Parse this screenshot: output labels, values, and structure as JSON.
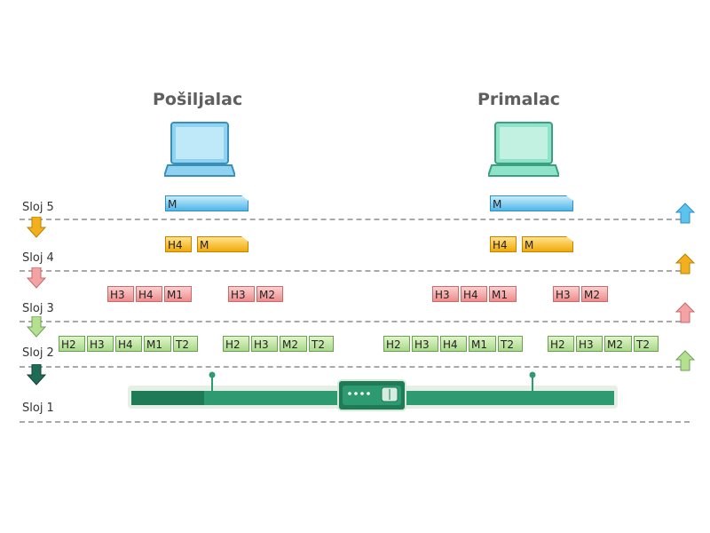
{
  "titles": {
    "sender": "Pošiljalac",
    "receiver": "Primalac"
  },
  "layers": [
    {
      "label": "Sloj 5",
      "color": "#f2b01e",
      "up_color": "#5cc3ee"
    },
    {
      "label": "Sloj 4",
      "color": "#f3a3a3",
      "up_color": "#f2b01e"
    },
    {
      "label": "Sloj 3",
      "color": "#b5e08f",
      "up_color": "#f3a3a3"
    },
    {
      "label": "Sloj 2",
      "color": "#1f6b55",
      "up_color": "#b5e08f"
    },
    {
      "label": "Sloj 1"
    }
  ],
  "sender": {
    "layer5": [
      "M"
    ],
    "layer4": [
      "H4",
      "M"
    ],
    "layer3": [
      [
        "H3",
        "H4",
        "M1"
      ],
      [
        "H3",
        "M2"
      ]
    ],
    "layer2": [
      [
        "H2",
        "H3",
        "H4",
        "M1",
        "T2"
      ],
      [
        "H2",
        "H3",
        "M2",
        "T2"
      ]
    ]
  },
  "receiver": {
    "layer5": [
      "M"
    ],
    "layer4": [
      "H4",
      "M"
    ],
    "layer3": [
      [
        "H3",
        "H4",
        "M1"
      ],
      [
        "H3",
        "M2"
      ]
    ],
    "layer2": [
      [
        "H2",
        "H3",
        "H4",
        "M1",
        "T2"
      ],
      [
        "H2",
        "H3",
        "M2",
        "T2"
      ]
    ]
  },
  "colors": {
    "sender_pc": "#8fd3f0",
    "receiver_pc": "#8ee3c8",
    "network": "#2e9a72",
    "network_dark": "#1f7a57"
  }
}
